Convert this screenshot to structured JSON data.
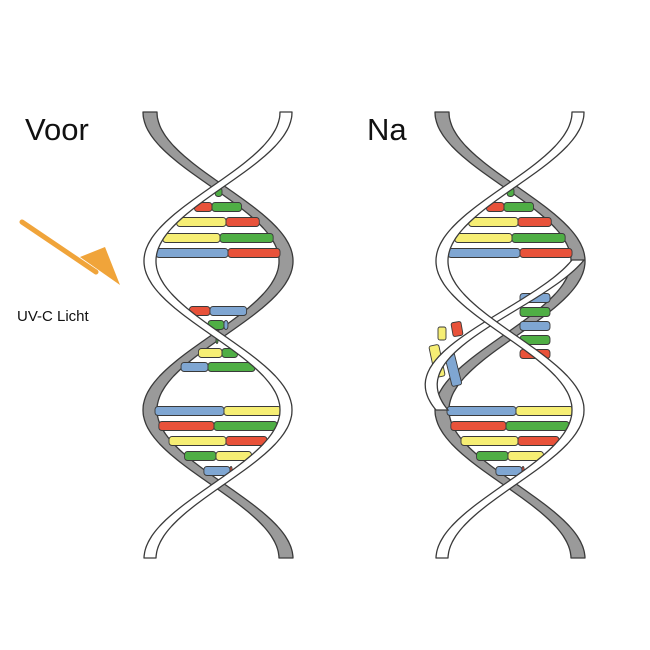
{
  "labels": {
    "before": "Voor",
    "after": "Na",
    "uv_light": "UV-C Licht"
  },
  "colors": {
    "backbone_back": "#9a9a9a",
    "backbone_front": "#ffffff",
    "backbone_stroke": "#3a3a3a",
    "arrow": "#f0a43a",
    "base_red": "#e8523a",
    "base_green": "#4fae45",
    "base_yellow": "#f6ee74",
    "base_blue": "#7fa6d2"
  },
  "icons": {
    "uv_arrow": "arrow-down-right-icon"
  }
}
